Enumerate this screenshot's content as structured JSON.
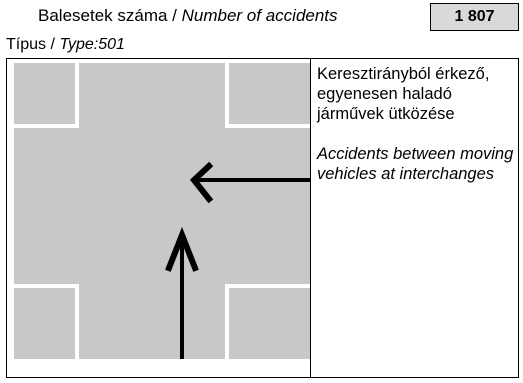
{
  "header": {
    "label_hu": "Balesetek száma",
    "separator": " / ",
    "label_en": "Number of accidents",
    "count": "1 807"
  },
  "type": {
    "label_hu": "Típus",
    "separator": " / ",
    "label_en": "Type:501"
  },
  "description": {
    "hu": "Keresztirányból érkező, egyenesen haladó járművek ütközése",
    "en": "Accidents between moving vehicles at interchanges"
  },
  "colors": {
    "road": "#c8c8c8",
    "corner_blocks": "#c8c8c8",
    "background": "#ffffff",
    "arrows": "#000000",
    "count_box": "#d9d9d9"
  }
}
